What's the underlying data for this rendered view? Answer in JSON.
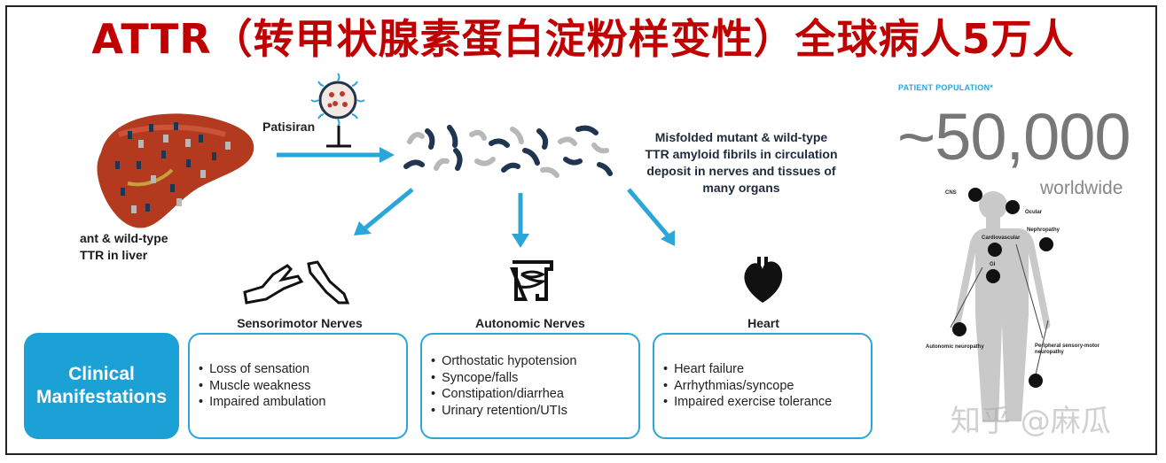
{
  "title": "ATTR（转甲状腺素蛋白淀粉样变性）全球病人5万人",
  "patisiran_label": "Patisiran",
  "liver_caption": [
    "ant & wild-type",
    "TTR in liver"
  ],
  "fibrils_text": [
    "Misfolded mutant & wild-type",
    "TTR amyloid fibrils in circulation",
    "deposit in nerves and tissues of",
    "many organs"
  ],
  "organs": [
    {
      "title": "Sensorimotor Nerves",
      "icon": "limb-nerves-icon",
      "items": [
        "Loss of sensation",
        "Muscle weakness",
        "Impaired ambulation"
      ]
    },
    {
      "title": "Autonomic Nerves",
      "icon": "intestine-icon",
      "items": [
        "Orthostatic hypotension",
        "Syncope/falls",
        "Constipation/diarrhea",
        "Urinary retention/UTIs"
      ]
    },
    {
      "title": "Heart",
      "icon": "heart-icon",
      "items": [
        "Heart failure",
        "Arrhythmias/syncope",
        "Impaired exercise tolerance"
      ]
    }
  ],
  "clinical_label": "Clinical Manifestations",
  "population": {
    "label": "PATIENT POPULATION*",
    "number": "~50,000",
    "sub": "worldwide"
  },
  "body_labels": {
    "cns": "CNS",
    "ocular": "Ocular",
    "cardiovascular": "Cardiovascular",
    "nephropathy": "Nephropathy",
    "gi": "GI",
    "autonomic": "Autonomic neuropathy",
    "peripheral": [
      "Peripheral sensory-motor",
      "neuropathy"
    ]
  },
  "watermark": "知乎 @麻瓜",
  "colors": {
    "title": "#c00000",
    "accent": "#1ba1d6",
    "liver": "#b3391f",
    "fibril_dark": "#1f3550",
    "fibril_light": "#b8b8b8"
  }
}
